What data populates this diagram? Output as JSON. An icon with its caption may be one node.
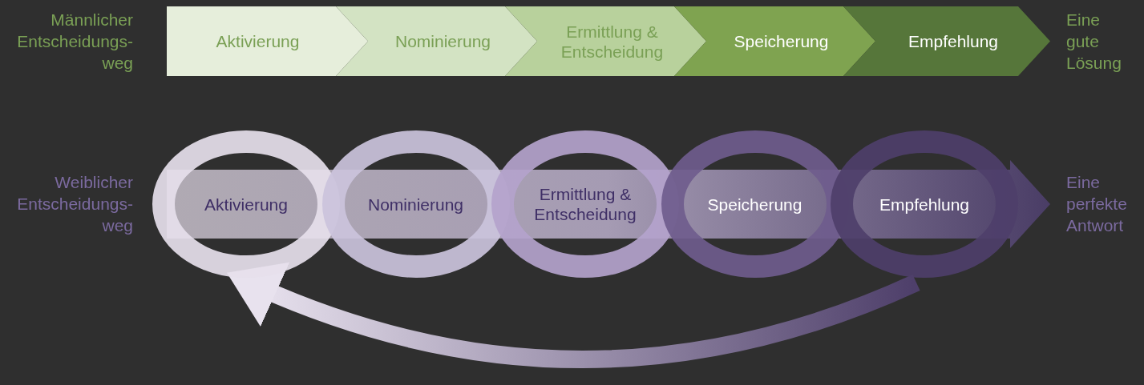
{
  "diagram": {
    "nodes": [
      {
        "text": [
          "Aktivierung"
        ]
      },
      {
        "text": [
          "Nominierung"
        ]
      },
      {
        "text": [
          "Ermittlung & Entscheidung"
        ]
      },
      {
        "text": [
          "Speicherung"
        ]
      },
      {
        "text": [
          "Empfehlung"
        ]
      },
      {
        "text": [
          "Aktivierung"
        ]
      },
      {
        "text": [
          "Nominierung"
        ]
      },
      {
        "text": [
          "Ermittlung & Entscheidung"
        ]
      },
      {
        "text": [
          "Speicherung"
        ]
      },
      {
        "text": [
          "Empfehlung"
        ]
      }
    ],
    "edges": [
      {
        "from": 9,
        "to": 5,
        "arrow": "to"
      }
    ],
    "labels": [
      "Männlicher Entscheidungs-weg",
      "Eine gute Lösung",
      "Weiblicher Entscheidungs-weg",
      "Eine perfekte Antwort"
    ]
  }
}
